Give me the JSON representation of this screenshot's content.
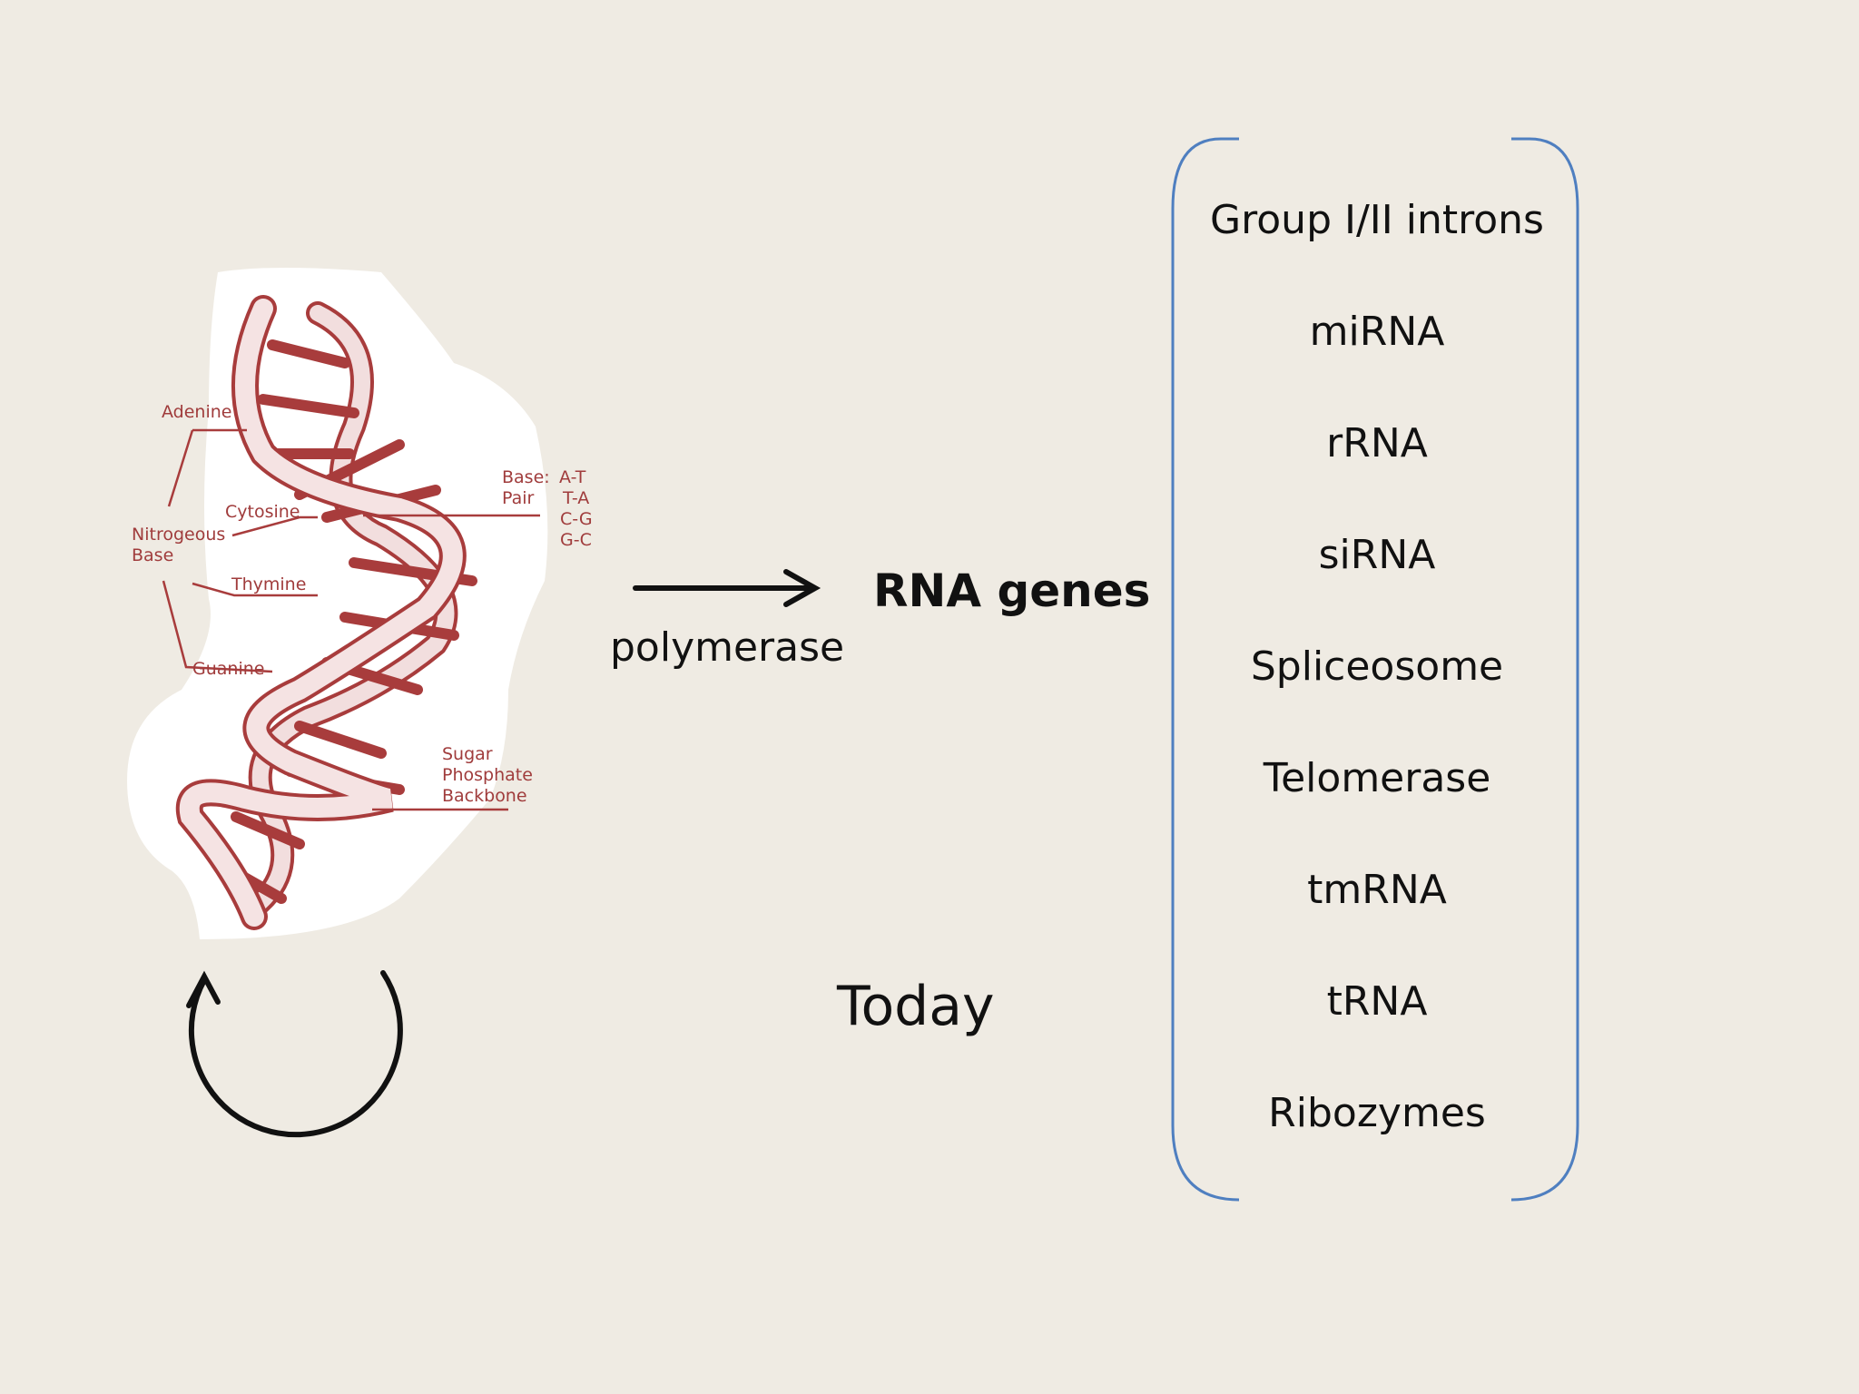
{
  "dna_figure": {
    "labels": {
      "adenine": "Adenine",
      "cytosine": "Cytosine",
      "nitrogeous": "Nitrogeous",
      "base": "Base",
      "thymine": "Thymine",
      "guanine": "Guanine",
      "base_pair_1": "Base:",
      "base_pair_2": "Pair",
      "pair_at": "A-T",
      "pair_ta": "T-A",
      "pair_cg": "C-G",
      "pair_gc": "G-C",
      "sugar": "Sugar",
      "phosphate": "Phosphate",
      "backbone": "Backbone"
    },
    "colors": {
      "strand": "#a83c3c",
      "ribbon": "#f2dede",
      "halo": "#ffffff"
    }
  },
  "transcription": {
    "arrow_label": "polymerase",
    "product": "RNA genes"
  },
  "caption": "Today",
  "rna_types": [
    "Group I/II introns",
    "miRNA",
    "rRNA",
    "siRNA",
    "Spliceosome",
    "Telomerase",
    "tmRNA",
    "tRNA",
    "Ribozymes"
  ],
  "colors": {
    "background": "#efebe3",
    "bracket": "#4f7fc0",
    "text": "#111111"
  }
}
